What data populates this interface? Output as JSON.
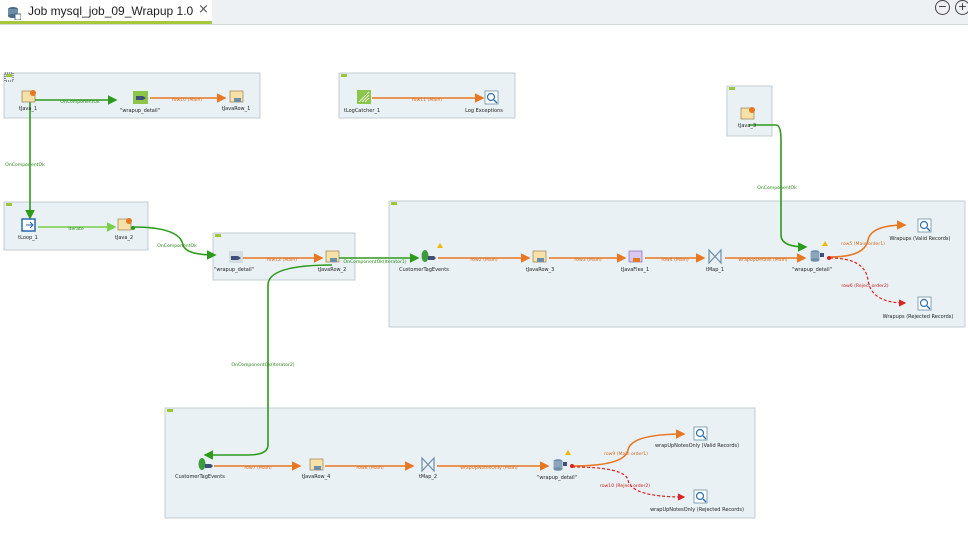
{
  "tab": {
    "title": "Job mysql_job_09_Wrapup 1.0",
    "close_glyph": "×"
  },
  "window_buttons": {
    "minimize": "−",
    "maximize": "+"
  },
  "components": {
    "tJava_1": "tJava_1",
    "wrapup_detail_top": "\"wrapup_detail\"",
    "tJavaRow_1": "tJavaRow_1",
    "tLogCatcher_1": "tLogCatcher_1",
    "log_exceptions": "Log Exceptions",
    "tJava_3": "tJava_3",
    "tLoop_1": "tLoop_1",
    "tJava_2": "tJava_2",
    "wrapup_detail_mid": "\"wrapup_detail\"",
    "tJavaRow_2": "tJavaRow_2",
    "customer_tag_events_top": "CustomerTagEvents",
    "tJavaRow_3": "tJavaRow_3",
    "tJavaFlex_1": "tJavaFlex_1",
    "tMap_1": "tMap_1",
    "wrapup_detail_right": "\"wrapup_detail\"",
    "wrapups_valid": "Wrapups (Valid Records)",
    "wrapups_rejected": "Wrapups (Rejected Records)",
    "customer_tag_events_bottom": "CustomerTagEvents",
    "tJavaRow_4": "tJavaRow_4",
    "tMap_2": "tMap_2",
    "wrapup_detail_bottom": "\"wrapup_detail\"",
    "wrapup_notes_valid": "wrapUpNotesOnly (Valid Records)",
    "wrapup_notes_rejected": "wrapUpNotesOnly (Rejected Records)"
  },
  "links": {
    "ok_1": "OnComponentOk",
    "row10": "row10 (Main)",
    "row11": "row11 (Main)",
    "ok_2": "OnComponentOk",
    "iterate": "Iterate",
    "ok_3": "OnComponentOk",
    "row12": "row12 (Main)",
    "ok_iter1": "OnComponentOk(Iterator1)",
    "row2": "row2 (Main)",
    "row3": "row3 (Main)",
    "row4": "row4 (Main)",
    "wrapup_details": "wrapupDetails (Main)",
    "ok_4": "OnComponentOk",
    "row5": "row5 (Main order1)",
    "row6": "row6 (Reject order2)",
    "ok_iter2": "OnComponentOk(Iterator2)",
    "row7": "row7 (Main)",
    "row8": "row8 (Main)",
    "wrapup_notes": "wrapUpNotesOnly (Main)",
    "row9": "row9 (Main order1)",
    "row10b": "row10 (Reject order2)"
  },
  "colors": {
    "accent": "#a6c83a",
    "ok": "#2e9a1c",
    "main": "#e87722",
    "reject": "#e02020",
    "subjob_bg": "#eaf1f5"
  }
}
